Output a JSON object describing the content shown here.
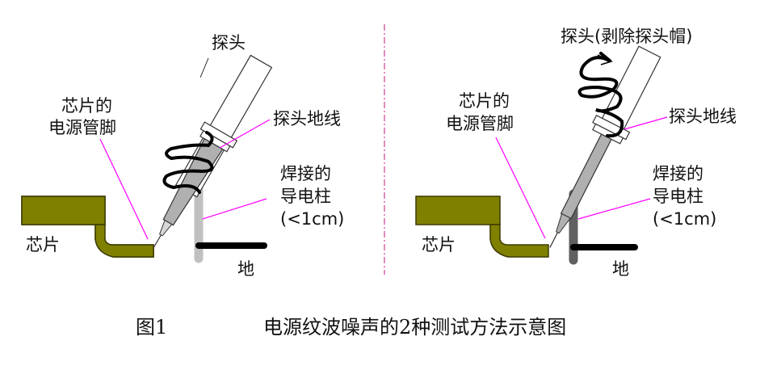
{
  "left_panel": {
    "probe_label": "探头",
    "pin_label_line1": "芯片的",
    "pin_label_line2": "电源管脚",
    "ground_lead_label": "探头地线",
    "post_label_line1": "焊接的",
    "post_label_line2": "导电柱",
    "post_label_line3": "(<1cm)",
    "chip_label": "芯片",
    "ground_label": "地"
  },
  "right_panel": {
    "probe_label": "探头(剥除探头帽)",
    "pin_label_line1": "芯片的",
    "pin_label_line2": "电源管脚",
    "ground_lead_label": "探头地线",
    "post_label_line1": "焊接的",
    "post_label_line2": "导电柱",
    "post_label_line3": "(<1cm)",
    "chip_label": "芯片",
    "ground_label": "地"
  },
  "caption": {
    "figure_number": "图1",
    "title": "电源纹波噪声的2种测试方法示意图"
  },
  "colors": {
    "chip_fill": "#808000",
    "chip_stroke": "#3a3a00",
    "leader_line": "#ff00ff",
    "divider": "#c71585",
    "left_post": "#c0c0c0",
    "right_post": "#606060",
    "ground_bar": "#000000",
    "probe_tip_fill": "#b0b0b0"
  }
}
